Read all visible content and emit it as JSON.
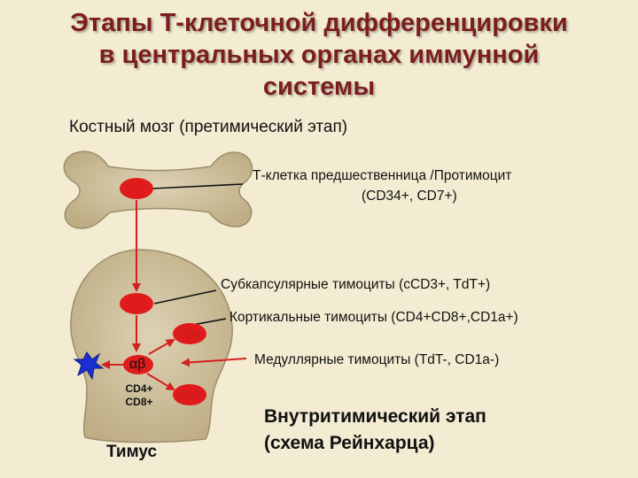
{
  "title": {
    "line1": "Этапы Т-клеточной дифференцировки",
    "line2": "в центральных органах иммунной",
    "line3": "системы"
  },
  "subtitle": "Костный мозг (претимический этап)",
  "labels": {
    "precursor_line1": "Т-клетка предшественница /Протимоцит",
    "precursor_line2": "(CD34+, CD7+)",
    "subcapsular": "Субкапсулярные тимоциты (cCD3+, TdT+)",
    "cortical": "Кортикальные тимоциты (CD4+CD8+,CD1a+)",
    "medullary": "Медуллярные тимоциты (TdT-, CD1a-)"
  },
  "cells": {
    "cd4": "CD4",
    "cd8": "CD8",
    "alpha_beta": "αβ",
    "double_positive_line1": "CD4+",
    "double_positive_line2": "CD8+"
  },
  "thymus_label": "Тимус",
  "stage_title": {
    "line1": "Внутритимический этап",
    "line2": "(схема Рейнхарца)"
  },
  "colors": {
    "title": "#7a1e1e",
    "cell_red": "#e01b1b",
    "organ_fill": "#c9bb97",
    "organ_stroke": "#9b8d6c",
    "arrow": "#d42020",
    "blue_cell": "#1b2fd0"
  }
}
